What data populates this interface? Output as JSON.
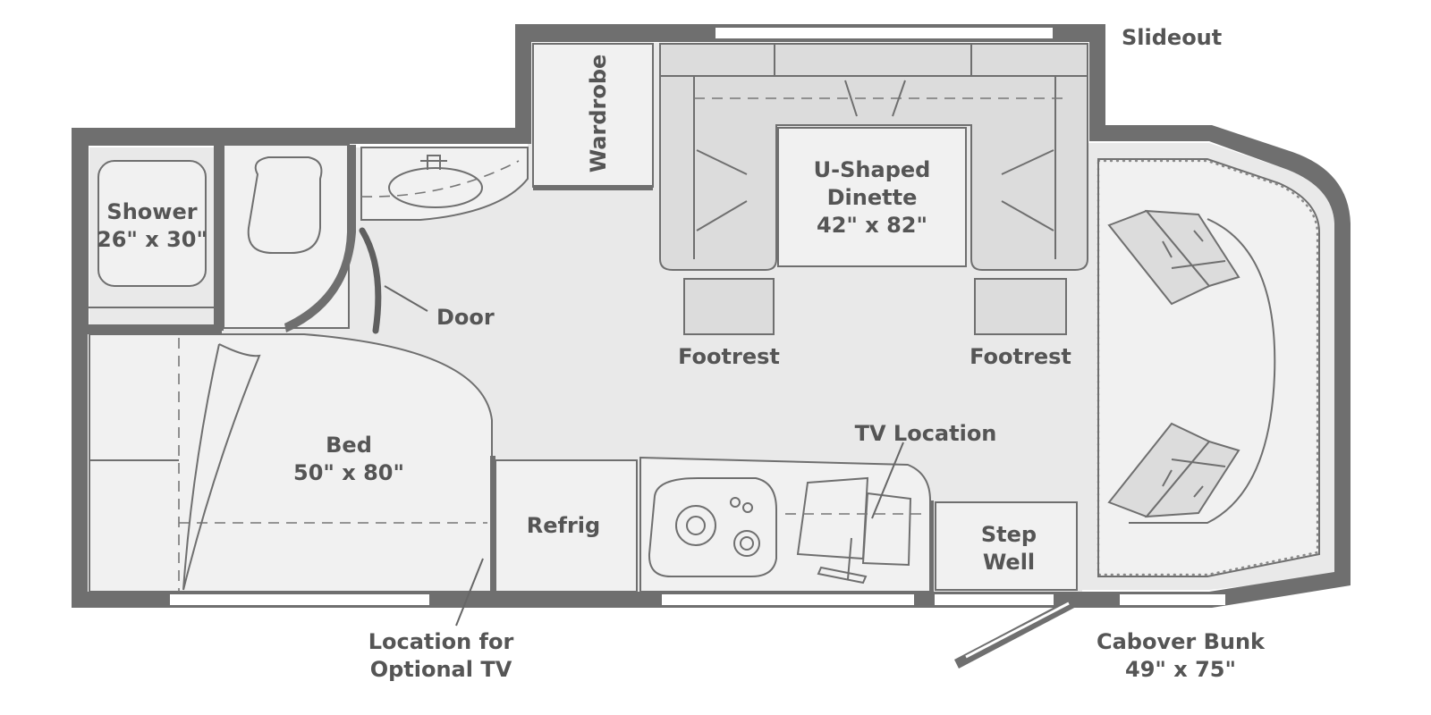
{
  "labels": {
    "slideout": "Slideout",
    "wardrobe": "Wardrobe",
    "dinette_line1": "U-Shaped",
    "dinette_line2": "Dinette",
    "dinette_line3": "42\" x 82\"",
    "shower_line1": "Shower",
    "shower_line2": "26\" x 30\"",
    "door": "Door",
    "footrest_left": "Footrest",
    "footrest_right": "Footrest",
    "tv_location": "TV Location",
    "bed_line1": "Bed",
    "bed_line2": "50\" x 80\"",
    "refrig": "Refrig",
    "step_line1": "Step",
    "step_line2": "Well",
    "optional_tv_line1": "Location for",
    "optional_tv_line2": "Optional TV",
    "cabover_line1": "Cabover Bunk",
    "cabover_line2": "49\" x 75\""
  },
  "colors": {
    "wall": "#6f6f6f",
    "floor": "#e9e9e9",
    "fixture": "#f1f1f1",
    "text": "#555555"
  }
}
